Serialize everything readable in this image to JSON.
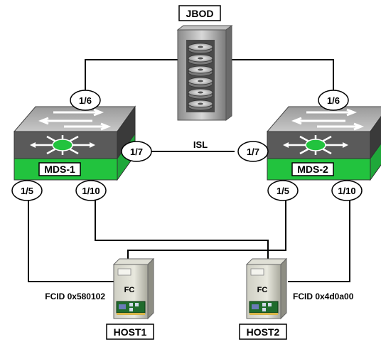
{
  "storage": {
    "label": "JBOD",
    "icon": "disk-array-icon"
  },
  "switches": [
    {
      "label": "MDS-1",
      "icon": "mds-switch-icon",
      "ports": {
        "top": "1/6",
        "isl": "1/7",
        "left": "1/5",
        "right": "1/10"
      }
    },
    {
      "label": "MDS-2",
      "icon": "mds-switch-icon",
      "ports": {
        "top": "1/6",
        "isl": "1/7",
        "left": "1/5",
        "right": "1/10"
      }
    }
  ],
  "isl_label": "ISL",
  "hosts": [
    {
      "label": "HOST1",
      "card": "FC",
      "fcid": "FCID 0x580102",
      "icon": "server-icon"
    },
    {
      "label": "HOST2",
      "card": "FC",
      "fcid": "FCID 0x4d0a00",
      "icon": "server-icon"
    }
  ]
}
